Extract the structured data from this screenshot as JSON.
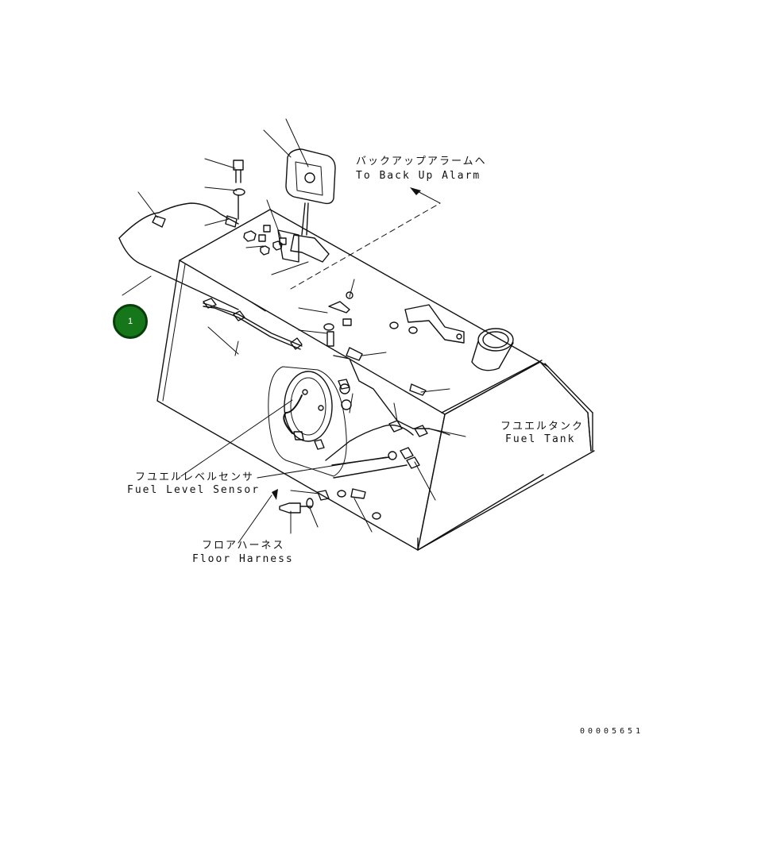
{
  "labels": {
    "backup_alarm_jp": "バックアップアラームヘ",
    "backup_alarm_en": "To Back Up Alarm",
    "fuel_tank_jp": "フユエルタンク",
    "fuel_tank_en": "Fuel Tank",
    "fuel_level_sensor_jp": "フユエルレベルセンサ",
    "fuel_level_sensor_en": "Fuel Level Sensor",
    "floor_harness_jp": "フロアハーネス",
    "floor_harness_en": "Floor Harness"
  },
  "part_number": "00005651",
  "callout": {
    "number": "1",
    "color": "#15761a"
  },
  "colors": {
    "line": "#111111",
    "background": "#ffffff"
  }
}
